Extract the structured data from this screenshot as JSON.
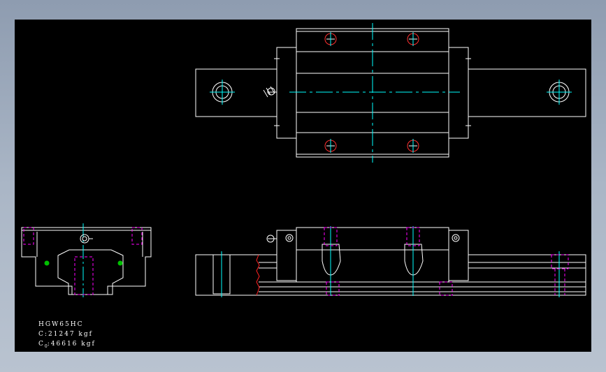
{
  "colors": {
    "background": "#000000",
    "outline": "#ffffff",
    "centerline": "#00ffff",
    "bolt": "#ff00ff",
    "hole_mark": "#ff3030",
    "grease_point": "#00c000",
    "rail_end": "#ff2020"
  },
  "spec": {
    "model": "HGW65HC",
    "c_label": "C",
    "c_value": "21247 kgf",
    "c0_label": "C",
    "c0_sub": "0",
    "c0_value": "46616 kgf"
  }
}
